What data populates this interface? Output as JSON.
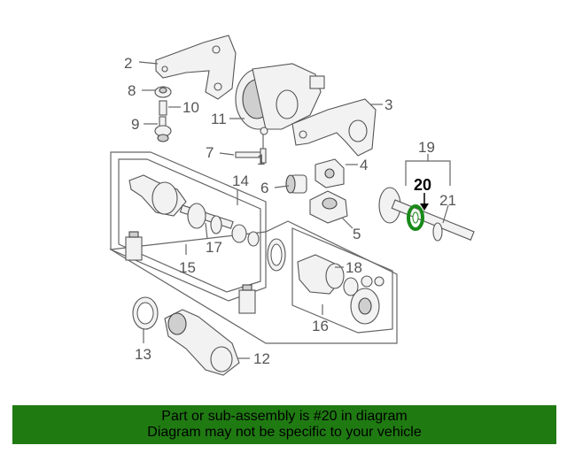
{
  "colors": {
    "banner_bg": "#1f7a12",
    "banner_text": "#000000",
    "label_text": "#555555",
    "highlight_ring": "#1a8a1a"
  },
  "labels": {
    "p1": "1",
    "p2": "2",
    "p3": "3",
    "p4": "4",
    "p5": "5",
    "p6": "6",
    "p7": "7",
    "p8": "8",
    "p9": "9",
    "p10": "10",
    "p11": "11",
    "p12": "12",
    "p13": "13",
    "p14": "14",
    "p15": "15",
    "p16": "16",
    "p17": "17",
    "p18": "18",
    "p19": "19",
    "p20": "20",
    "p21": "21"
  },
  "banner": {
    "line1": "Part or sub-assembly is #20 in diagram",
    "line2": "Diagram may not be specific to your vehicle"
  }
}
